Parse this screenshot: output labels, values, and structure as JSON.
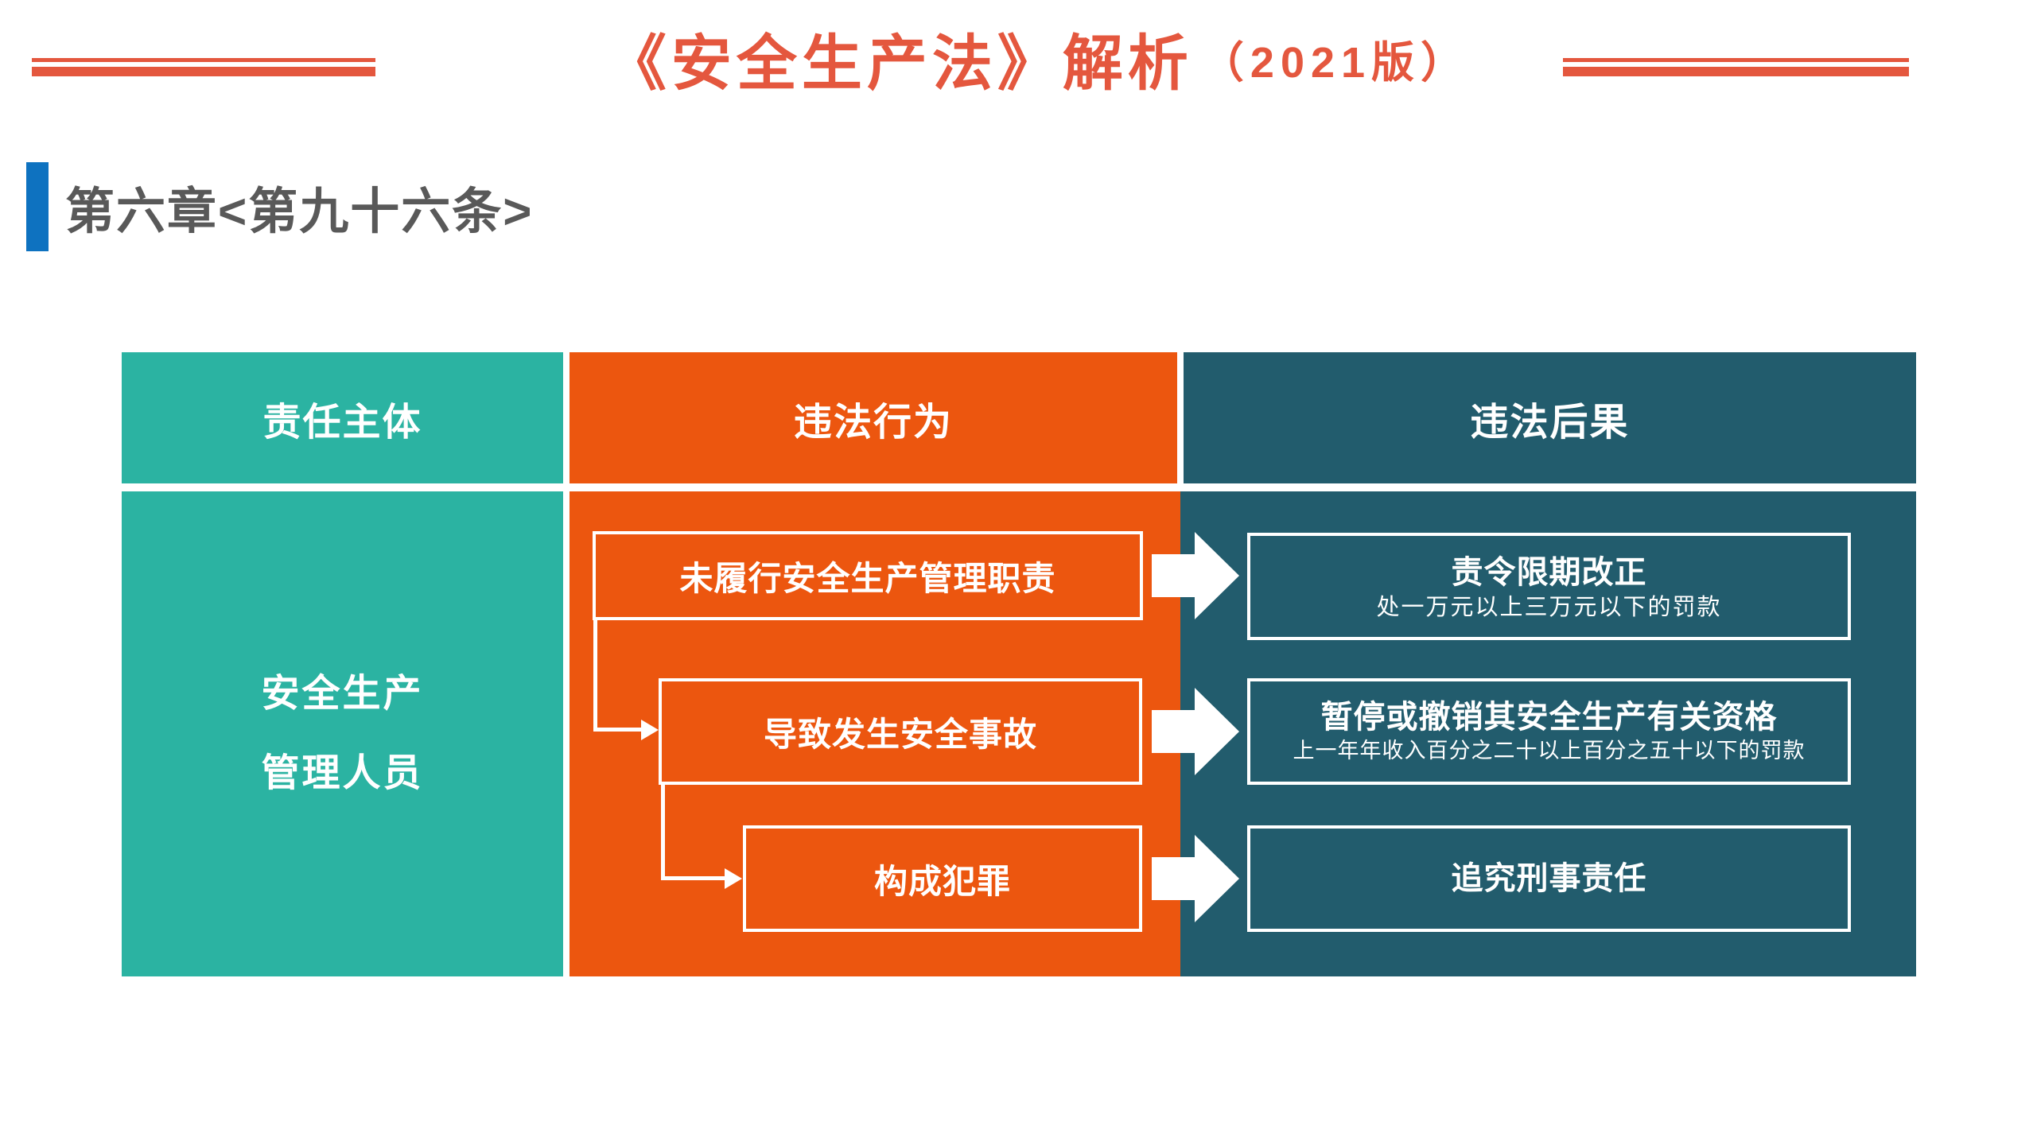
{
  "slide": {
    "background": "#FFFFFF",
    "colors": {
      "title_red": "#E4573E",
      "heading_gray": "#595959",
      "accent_blue": "#0E72C0",
      "teal": "#2BB3A2",
      "orange": "#EC560F",
      "dark_teal": "#225C6D",
      "box_border_white": "#FFFFFF"
    }
  },
  "title": {
    "main": "《安全生产法》解析",
    "suffix": "（2021版）"
  },
  "heading": {
    "text": "第六章<第九十六条>"
  },
  "icons": {
    "flow_arrow": "arrow-right-block",
    "connector_arrow": "elbow-arrow-right"
  },
  "table": {
    "headers": {
      "subject": "责任主体",
      "behavior": "违法行为",
      "consequence": "违法后果"
    },
    "subject": {
      "line1": "安全生产",
      "line2": "管理人员"
    },
    "behaviors": [
      "未履行安全生产管理职责",
      "导致发生安全事故",
      "构成犯罪"
    ],
    "consequences": [
      {
        "title": "责令限期改正",
        "subtitle": "处一万元以上三万元以下的罚款"
      },
      {
        "title": "暂停或撤销其安全生产有关资格",
        "subtitle": "上一年年收入百分之二十以上百分之五十以下的罚款"
      },
      {
        "title": "追究刑事责任",
        "subtitle": ""
      }
    ]
  }
}
